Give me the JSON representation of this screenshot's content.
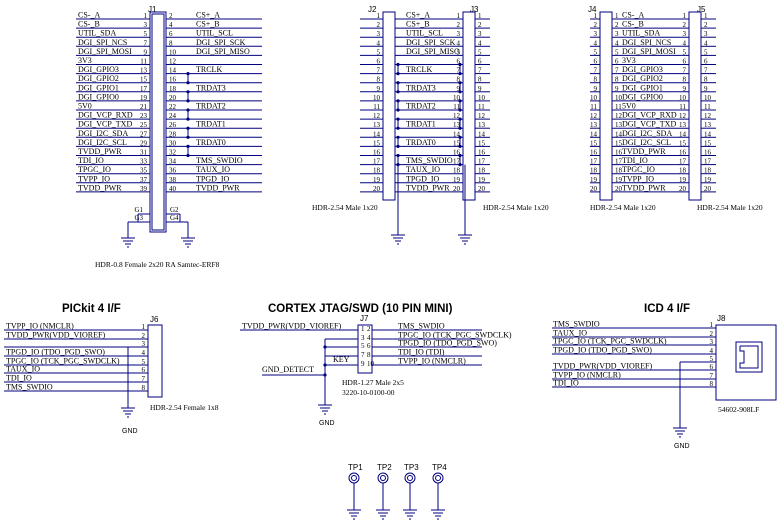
{
  "sections": {
    "pickit_title": "PICkit 4 I/F",
    "cortex_title": "CORTEX JTAG/SWD (10 PIN MINI)",
    "icd_title": "ICD 4 I/F"
  },
  "j1": {
    "ref": "J1",
    "desc": "HDR-0.8 Female 2x20 RA Samtec-ERF8",
    "left_nets": [
      "CS-_A",
      "CS-_B",
      "UTIL_SDA",
      "DGI_SPI_NCS",
      "DGI_SPI_MOSI",
      "3V3",
      "DGI_GPIO3",
      "DGI_GPIO2",
      "DGI_GPIO1",
      "DGI_GPIO0",
      "5V0",
      "DGI_VCP_RXD",
      "DGI_VCP_TXD",
      "DGI_I2C_SDA",
      "DGI_I2C_SCL",
      "TVDD_PWR",
      "TDI_IO",
      "TPGC_IO",
      "TVPP_IO",
      "TVDD_PWR"
    ],
    "right_nets": [
      "CS+_A",
      "CS+_B",
      "UTIL_SCL",
      "DGI_SPI_SCK",
      "DGI_SPI_MISO",
      "",
      "TRCLK",
      "",
      "TRDAT3",
      "",
      "TRDAT2",
      "",
      "TRDAT1",
      "",
      "TRDAT0",
      "",
      "TMS_SWDIO",
      "TAUX_IO",
      "TPGD_IO",
      "TVDD_PWR"
    ],
    "left_pins": [
      "1",
      "3",
      "5",
      "7",
      "9",
      "11",
      "13",
      "15",
      "17",
      "19",
      "21",
      "23",
      "25",
      "27",
      "29",
      "31",
      "33",
      "35",
      "37",
      "39"
    ],
    "right_pins": [
      "2",
      "4",
      "6",
      "8",
      "10",
      "12",
      "14",
      "16",
      "18",
      "20",
      "22",
      "24",
      "26",
      "28",
      "30",
      "32",
      "34",
      "36",
      "38",
      "40"
    ],
    "g_pins": [
      "G1",
      "G2",
      "G3",
      "G4"
    ]
  },
  "j2": {
    "ref": "J2",
    "desc": "HDR-2.54 Male 1x20",
    "nets": [
      "CS+_A",
      "CS+_B",
      "UTIL_SCL",
      "DGI_SPI_SCK",
      "DGI_SPI_MISO",
      "",
      "TRCLK",
      "",
      "TRDAT3",
      "",
      "TRDAT2",
      "",
      "TRDAT1",
      "",
      "TRDAT0",
      "",
      "TMS_SWDIO",
      "TAUX_IO",
      "TPGD_IO",
      "TVDD_PWR"
    ]
  },
  "j3": {
    "ref": "J3",
    "desc": "HDR-2.54 Male 1x20"
  },
  "j4": {
    "ref": "J4",
    "desc": "HDR-2.54 Male 1x20"
  },
  "j5": {
    "ref": "J5",
    "desc": "HDR-2.54 Male 1x20",
    "nets": [
      "CS-_A",
      "CS-_B",
      "UTIL_SDA",
      "DGI_SPI_NCS",
      "DGI_SPI_MOSI",
      "3V3",
      "DGI_GPIO3",
      "DGI_GPIO2",
      "DGI_GPIO1",
      "DGI_GPIO0",
      "5V0",
      "DGI_VCP_RXD",
      "DGI_VCP_TXD",
      "DGI_I2C_SDA",
      "DGI_I2C_SCL",
      "TVDD_PWR",
      "TDI_IO",
      "TPGC_IO",
      "TVPP_IO",
      "TVDD_PWR"
    ]
  },
  "pin_numbers": [
    "1",
    "2",
    "3",
    "4",
    "5",
    "6",
    "7",
    "8",
    "9",
    "10",
    "11",
    "12",
    "13",
    "14",
    "15",
    "16",
    "17",
    "18",
    "19",
    "20"
  ],
  "j6": {
    "ref": "J6",
    "desc": "HDR-2.54 Female 1x8",
    "nets": [
      "TVPP_IO (NMCLR)",
      "TVDD_PWR(VDD_VIOREF)",
      "",
      "TPGD_IO (TDO_PGD_SWO)",
      "TPGC_IO (TCK_PGC_SWDCLK)",
      "TAUX_IO",
      "TDI_IO",
      "TMS_SWDIO"
    ],
    "pins": [
      "1",
      "2",
      "3",
      "4",
      "5",
      "6",
      "7",
      "8"
    ],
    "gnd": "GND"
  },
  "j7": {
    "ref": "J7",
    "desc": "HDR-1.27 Male 2x5",
    "part": "3220-10-0100-00",
    "left_net": "TVDD_PWR(VDD_VIOREF)",
    "gnd_detect": "GND_DETECT",
    "key": "KEY",
    "right_nets": [
      "TMS_SWDIO",
      "TPGC_IO (TCK_PGC_SWDCLK)",
      "TPGD_IO (TDO_PGD_SWO)",
      "TDI_IO (TDI)",
      "TVPP_IO (NMCLR)"
    ],
    "gnd": "GND"
  },
  "j8": {
    "ref": "J8",
    "desc": "54602-908LF",
    "nets": [
      "TMS_SWDIO",
      "TAUX_IO",
      "TPGC_IO (TCK_PGC_SWDCLK)",
      "TPGD_IO (TDO_PGD_SWO)",
      "TVDD_PWR(VDD_VIOREF)",
      "TVPP_IO (NMCLR)",
      "TDI_IO"
    ],
    "pins": [
      "1",
      "2",
      "3",
      "4",
      "6",
      "7",
      "8"
    ],
    "gnd": "GND"
  },
  "test_points": [
    "TP1",
    "TP2",
    "TP3",
    "TP4"
  ]
}
